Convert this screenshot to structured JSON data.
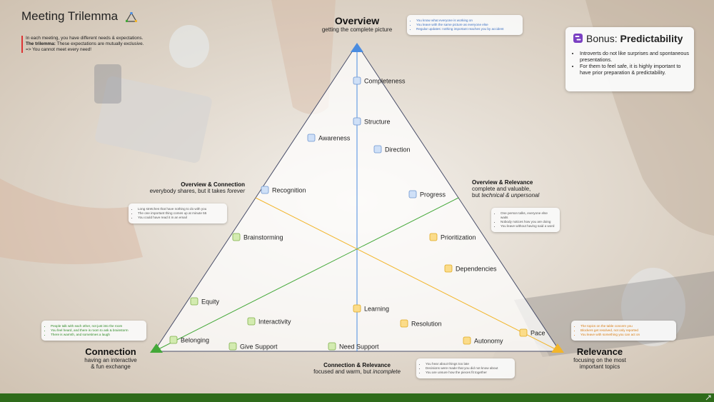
{
  "title": "Meeting Trilemma",
  "intro": {
    "line1": "In each meeting, you have different needs & expectations.",
    "line2_bold": "The trilemma:",
    "line2_rest": " These expectations are mutually exclusive.",
    "line3": "=> You cannot meet every need!"
  },
  "overview": {
    "heading": "Overview",
    "subtitle": "getting the complete picture",
    "bullets": [
      "You know what everyone is working on",
      "You leave with the same picture as everyone else",
      "Regular updates: nothing important reaches you by accident"
    ]
  },
  "connection": {
    "heading": "Connection",
    "subtitle1": "having an interactive",
    "subtitle2": "& fun exchange",
    "bullets": [
      "People talk with each other, not just into the room",
      "You feel heard, and there is room to ask & brainstorm",
      "There is warmth, and sometimes a laugh"
    ]
  },
  "relevance": {
    "heading": "Relevance",
    "subtitle1": "focusing on the most",
    "subtitle2": "important topics",
    "bullets": [
      "The topics on the table concern you",
      "Blockers get resolved, not only reported",
      "You leave with something you can act on"
    ]
  },
  "pairs": {
    "overview_connection": {
      "heading": "Overview & Connection",
      "sub_prefix": "everybody shares, but it takes ",
      "sub_em": "forever",
      "bullets": [
        "Long stretches that have nothing to do with you",
        "The one important thing comes up at minute 55",
        "You could have read it in an email"
      ]
    },
    "overview_relevance": {
      "heading": "Overview & Relevance",
      "sub1": "complete and valuable,",
      "sub2_prefix": "but ",
      "sub2_em": "technical & unpersonal",
      "bullets": [
        "One person talks, everyone else waits",
        "Nobody notices how you are doing",
        "You leave without having said a word"
      ]
    },
    "connection_relevance": {
      "heading": "Connection & Relevance",
      "sub_prefix": "focused and warm, but ",
      "sub_em": "incomplete",
      "bullets": [
        "You hear about things too late",
        "Decisions were made that you did not know about",
        "You are unsure how the pieces fit together"
      ]
    }
  },
  "bonus": {
    "prefix": "Bonus: ",
    "title": "Predictability",
    "bullets": [
      "Introverts do not like surprises and spontaneous presentations.",
      "For them to feel safe, it is highly important to have prior preparation & predictability."
    ]
  },
  "nodes": [
    {
      "label": "Completeness",
      "color": "blue"
    },
    {
      "label": "Structure",
      "color": "blue"
    },
    {
      "label": "Awareness",
      "color": "blue"
    },
    {
      "label": "Direction",
      "color": "blue"
    },
    {
      "label": "Recognition",
      "color": "blue"
    },
    {
      "label": "Progress",
      "color": "blue"
    },
    {
      "label": "Brainstorming",
      "color": "green"
    },
    {
      "label": "Prioritization",
      "color": "yellow"
    },
    {
      "label": "Dependencies",
      "color": "yellow"
    },
    {
      "label": "Equity",
      "color": "green"
    },
    {
      "label": "Learning",
      "color": "yellow"
    },
    {
      "label": "Interactivity",
      "color": "green"
    },
    {
      "label": "Resolution",
      "color": "yellow"
    },
    {
      "label": "Belonging",
      "color": "green"
    },
    {
      "label": "Give Support",
      "color": "green"
    },
    {
      "label": "Need Support",
      "color": "green"
    },
    {
      "label": "Autonomy",
      "color": "yellow"
    },
    {
      "label": "Pace",
      "color": "yellow"
    }
  ],
  "colors": {
    "blue": "#cfe0f7",
    "blue_border": "#6d95cf",
    "green": "#d3ebb0",
    "green_border": "#7fb04a",
    "yellow": "#fbdc8a",
    "yellow_border": "#e0a920",
    "overview_accent": "#4a8ce0",
    "connection_accent": "#43a838",
    "relevance_accent": "#f2b52a",
    "bonus_icon": "#7a3fc2",
    "bottom_bar": "#2e6b1a"
  }
}
